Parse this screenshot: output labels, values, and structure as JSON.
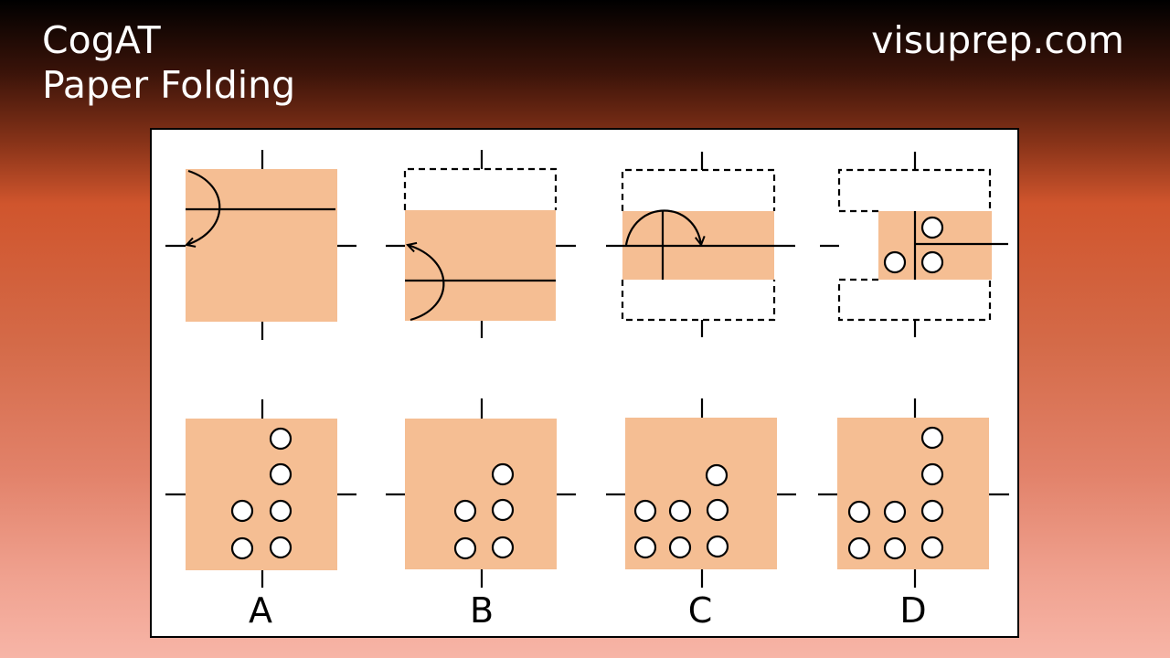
{
  "header": {
    "title_line1": "CogAT",
    "title_line2": "Paper Folding",
    "site": "visuprep.com"
  },
  "colors": {
    "paper": "#f5be93",
    "ink": "#000000",
    "panel": "#ffffff",
    "text": "#ffffff"
  },
  "question": {
    "steps": [
      {
        "type": "fold",
        "direction": "top-down",
        "marks": "fold-line-horizontal"
      },
      {
        "type": "fold",
        "direction": "bottom-up",
        "marks": "fold-line-horizontal"
      },
      {
        "type": "fold",
        "direction": "left-right",
        "marks": "fold-line-vertical"
      },
      {
        "type": "punch",
        "holes": 3
      }
    ]
  },
  "answers": [
    {
      "label": "A",
      "holes": 6
    },
    {
      "label": "B",
      "holes": 5
    },
    {
      "label": "C",
      "holes": 7
    },
    {
      "label": "D",
      "holes": 8
    }
  ]
}
